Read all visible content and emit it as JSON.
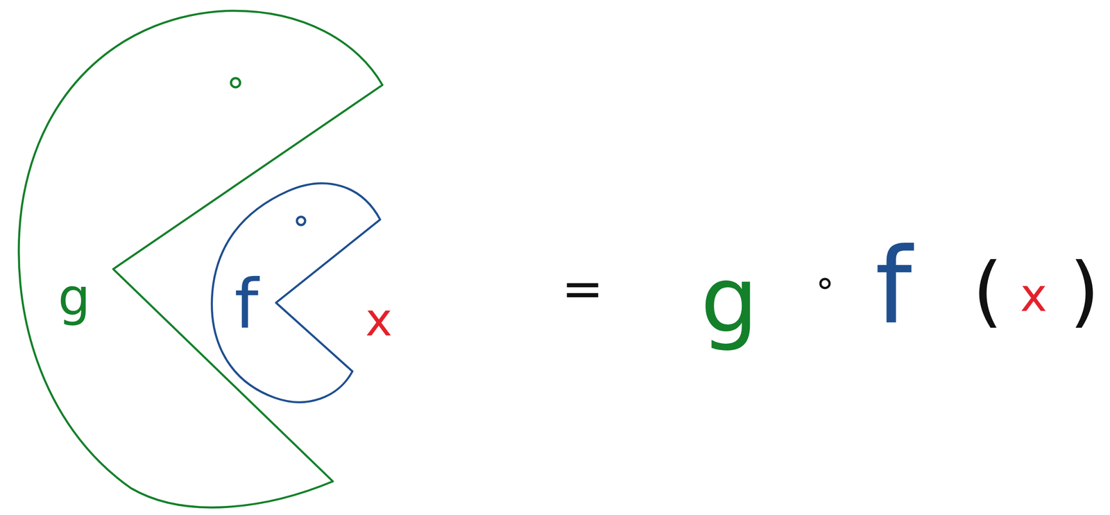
{
  "diagram": {
    "nodes": [
      {
        "text": [
          "g"
        ]
      },
      {
        "text": [
          "f"
        ],
        "in": 0
      }
    ],
    "labels": [
      "x",
      "=",
      "g",
      "∘",
      "f",
      "(",
      "x",
      ")"
    ]
  }
}
